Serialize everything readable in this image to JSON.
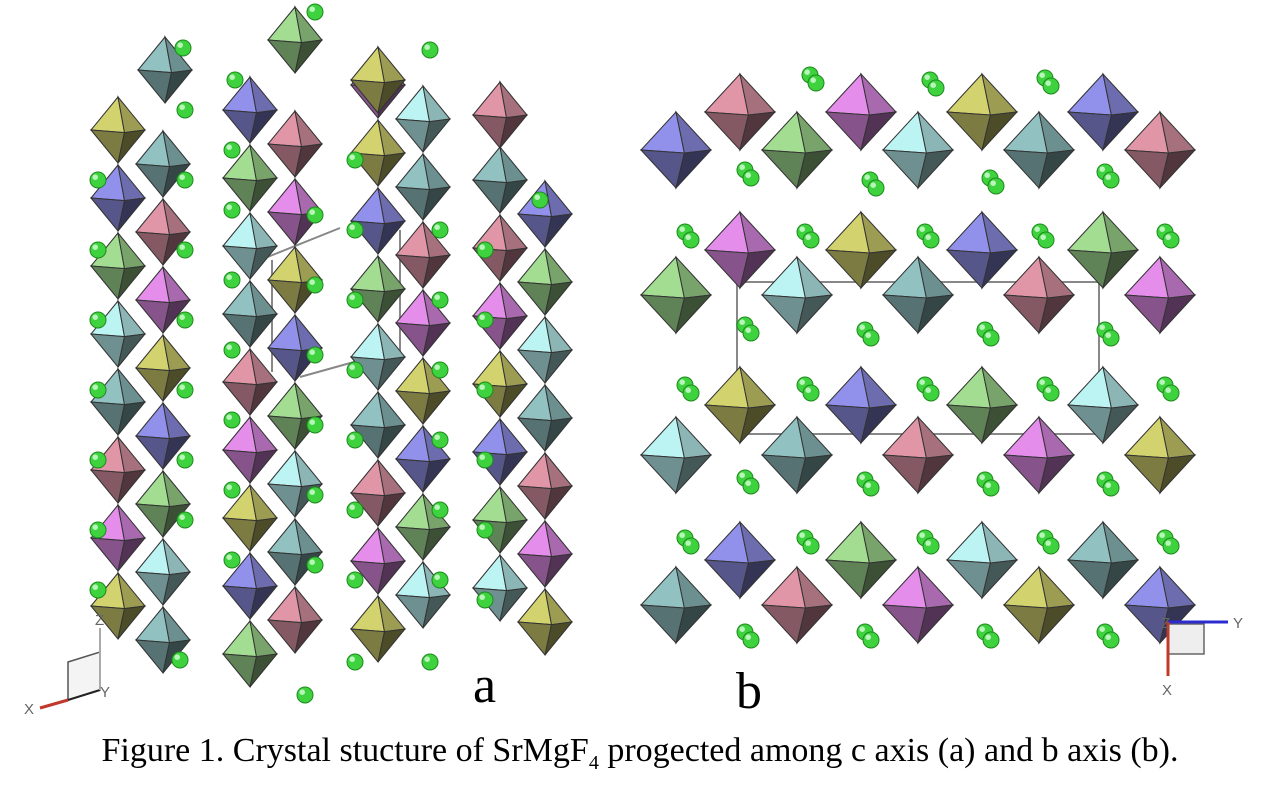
{
  "figure": {
    "panel_a_label": "a",
    "panel_b_label": "b",
    "caption": {
      "prefix": "Figure 1. Crystal stucture of SrMgF",
      "subscript": "4",
      "suffix": " progected among c axis (a) and b axis (b)."
    }
  },
  "axes_a": {
    "z_label": "Z",
    "x_label": "X",
    "y_label": "Y"
  },
  "axes_b": {
    "z_label": "Z",
    "y_label": "Y",
    "x_label": "X"
  },
  "colors": {
    "octahedra": [
      "#c8c86a",
      "#8ab8b8",
      "#8a8ae0",
      "#d68fa0",
      "#9ad28a",
      "#d986e0",
      "#b3e8e8"
    ],
    "sr_atom": "#3fd23f"
  }
}
